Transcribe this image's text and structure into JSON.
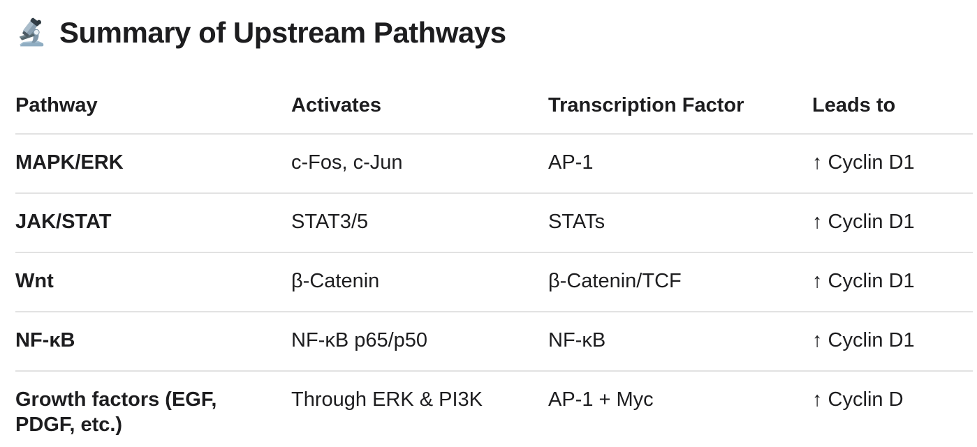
{
  "page": {
    "title": "Summary of Upstream Pathways",
    "title_icon": "microscope-icon"
  },
  "table": {
    "columns": [
      "Pathway",
      "Activates",
      "Transcription Factor",
      "Leads to"
    ],
    "rows": [
      {
        "pathway": "MAPK/ERK",
        "activates": "c-Fos, c-Jun",
        "transcription_factor": "AP-1",
        "leads_to": "↑ Cyclin D1"
      },
      {
        "pathway": "JAK/STAT",
        "activates": "STAT3/5",
        "transcription_factor": "STATs",
        "leads_to": "↑ Cyclin D1"
      },
      {
        "pathway": "Wnt",
        "activates": "β-Catenin",
        "transcription_factor": "β-Catenin/TCF",
        "leads_to": "↑ Cyclin D1"
      },
      {
        "pathway": "NF-κB",
        "activates": "NF-κB p65/p50",
        "transcription_factor": "NF-κB",
        "leads_to": "↑ Cyclin D1"
      },
      {
        "pathway": "Growth factors (EGF, PDGF, etc.)",
        "activates": "Through ERK & PI3K",
        "transcription_factor": "AP-1 + Myc",
        "leads_to": "↑ Cyclin D"
      }
    ]
  },
  "colors": {
    "text": "#1d1d1f",
    "divider": "#e2e2e2",
    "background": "#ffffff"
  }
}
